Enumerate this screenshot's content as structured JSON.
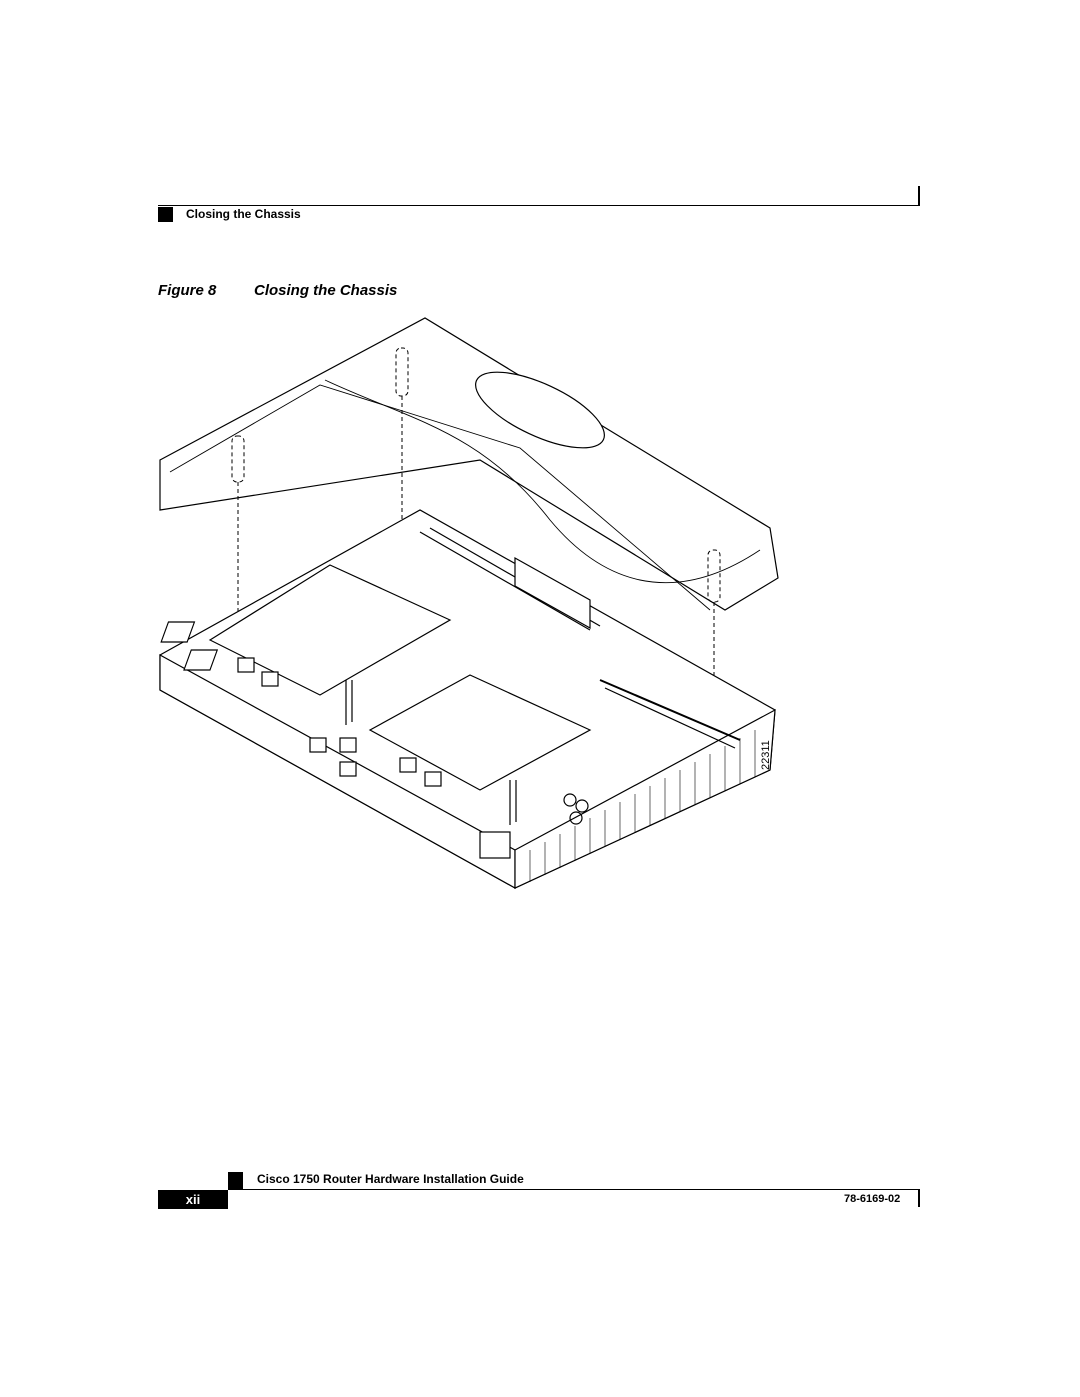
{
  "header": {
    "section_title": "Closing the Chassis"
  },
  "figure": {
    "label": "Figure 8",
    "caption": "Closing the Chassis",
    "figure_id": "22311"
  },
  "footer": {
    "guide_title": "Cisco 1750 Router Hardware Installation Guide",
    "page_number": "xii",
    "doc_number": "78-6169-02"
  }
}
